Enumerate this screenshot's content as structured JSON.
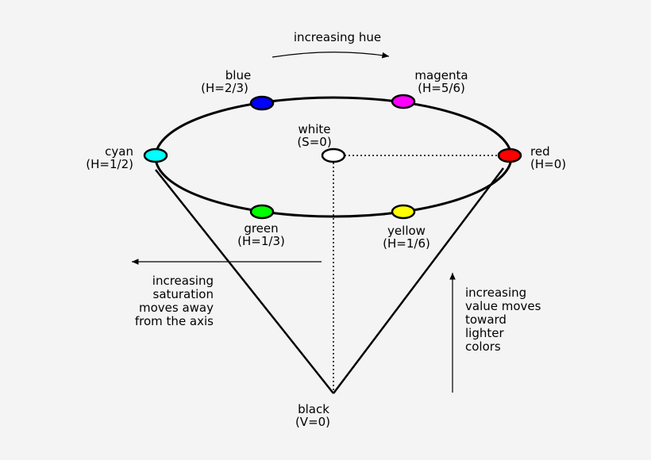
{
  "title": "increasing hue",
  "colors": {
    "background": "#f4f4f4",
    "red": "#ff0000",
    "magenta": "#ff00ff",
    "blue": "#0000ff",
    "cyan": "#00ffff",
    "green": "#00ff00",
    "yellow": "#ffff00",
    "white": "#ffffff"
  },
  "points": {
    "blue": {
      "name": "blue",
      "sub": "(H=2/3)"
    },
    "magenta": {
      "name": "magenta",
      "sub": "(H=5/6)"
    },
    "cyan": {
      "name": "cyan",
      "sub": "(H=1/2)"
    },
    "red": {
      "name": "red",
      "sub": "(H=0)"
    },
    "white": {
      "name": "white",
      "sub": "(S=0)"
    },
    "green": {
      "name": "green",
      "sub": "(H=1/3)"
    },
    "yellow": {
      "name": "yellow",
      "sub": "(H=1/6)"
    },
    "black": {
      "name": "black",
      "sub": "(V=0)"
    }
  },
  "saturation_note": [
    "increasing",
    "saturation",
    "moves away",
    "from the axis"
  ],
  "value_note": [
    "increasing",
    "value moves",
    "toward",
    "lighter",
    "colors"
  ]
}
